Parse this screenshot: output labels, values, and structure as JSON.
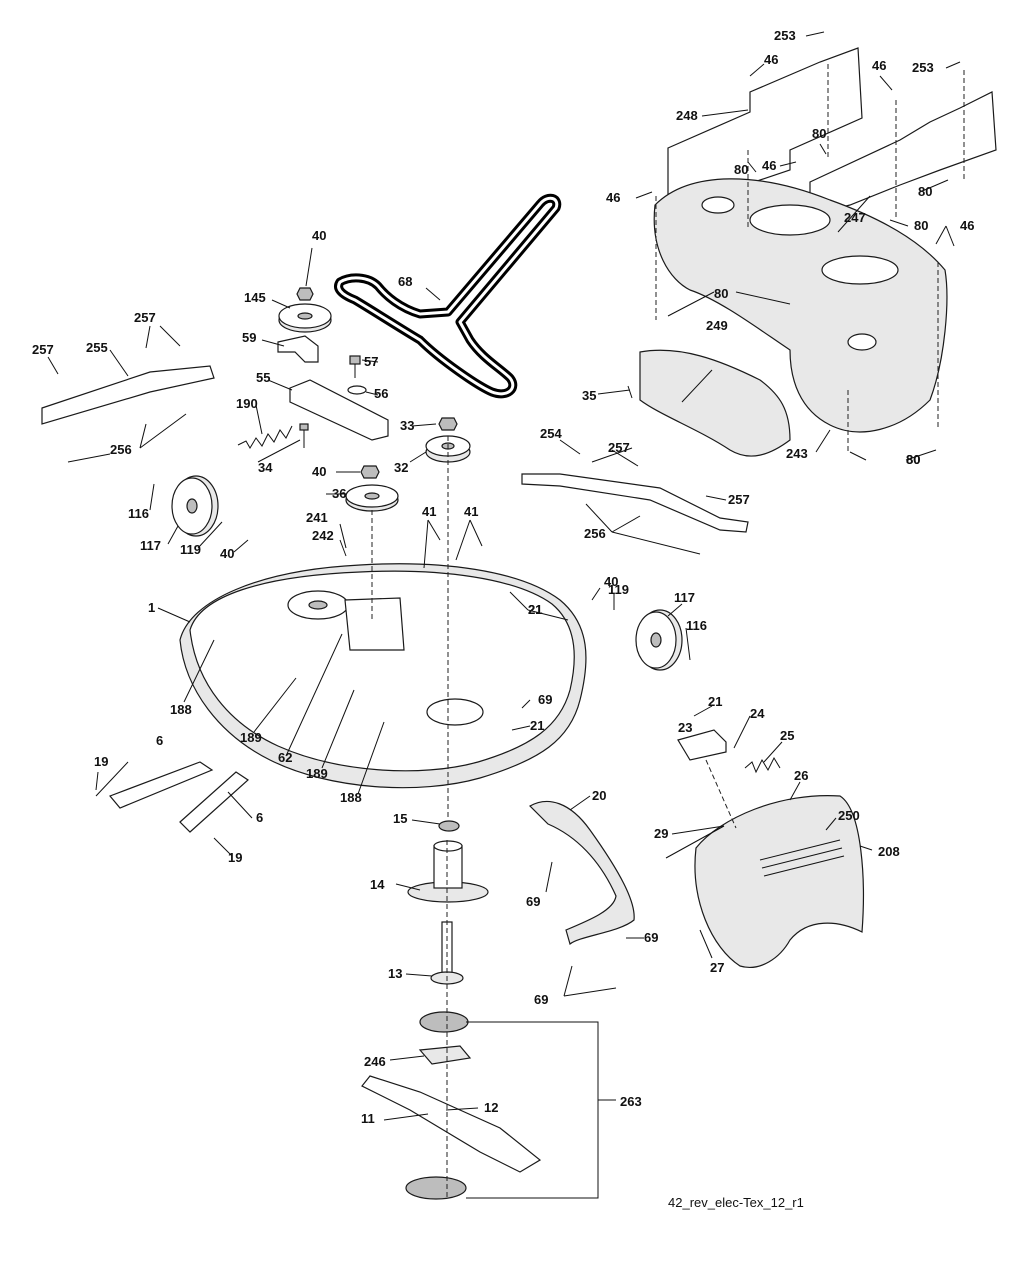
{
  "diagram": {
    "callouts": [
      "1",
      "6",
      "6",
      "11",
      "12",
      "13",
      "14",
      "15",
      "19",
      "19",
      "20",
      "21",
      "21",
      "21",
      "21",
      "23",
      "24",
      "25",
      "26",
      "27",
      "29",
      "32",
      "33",
      "34",
      "35",
      "36",
      "40",
      "40",
      "40",
      "40",
      "41",
      "41",
      "46",
      "46",
      "46",
      "46",
      "46",
      "55",
      "56",
      "57",
      "59",
      "62",
      "68",
      "69",
      "69",
      "69",
      "69",
      "80",
      "80",
      "80",
      "80",
      "80",
      "80",
      "80",
      "116",
      "116",
      "117",
      "117",
      "119",
      "119",
      "145",
      "188",
      "188",
      "189",
      "189",
      "190",
      "208",
      "241",
      "242",
      "243",
      "247",
      "248",
      "249",
      "250",
      "253",
      "253",
      "254",
      "255",
      "256",
      "256",
      "257",
      "257",
      "257",
      "257",
      "263",
      "246"
    ],
    "footer_code": "42_rev_elec-Tex_12_r1"
  }
}
